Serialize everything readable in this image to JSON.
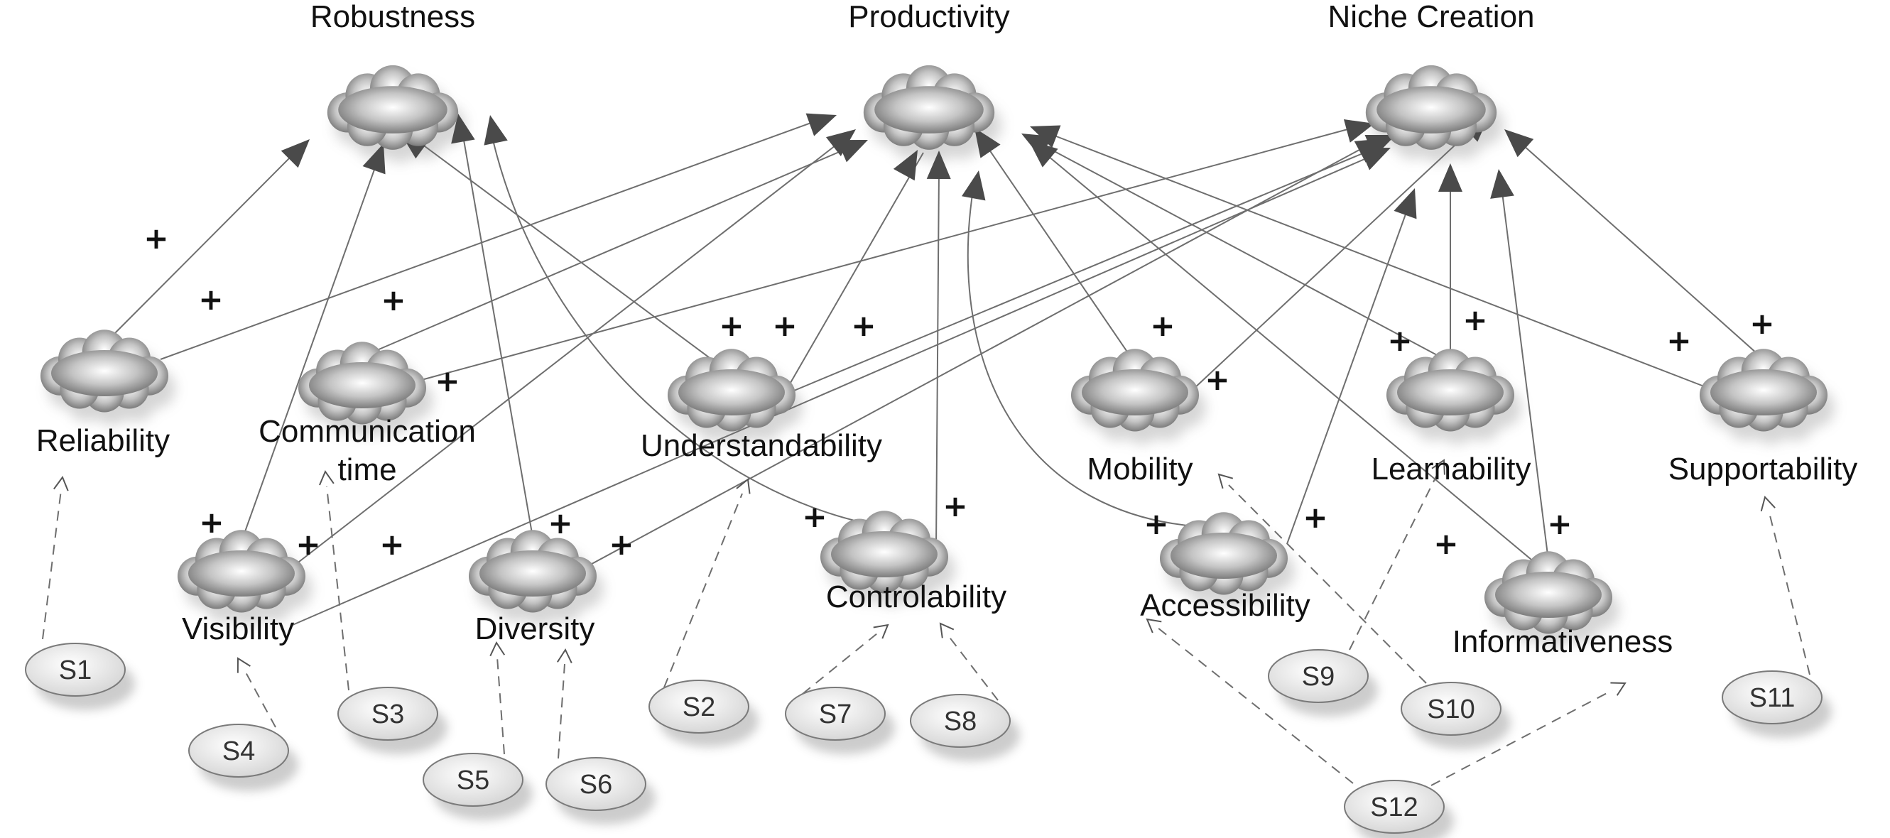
{
  "goals": [
    {
      "id": "robustness",
      "label": "Robustness"
    },
    {
      "id": "productivity",
      "label": "Productivity"
    },
    {
      "id": "niche",
      "label": "Niche Creation"
    }
  ],
  "softgoals": [
    {
      "id": "reliability",
      "lines": [
        "Reliability"
      ]
    },
    {
      "id": "communication",
      "lines": [
        "Communication",
        "time"
      ]
    },
    {
      "id": "understandability",
      "lines": [
        "Understandability"
      ]
    },
    {
      "id": "mobility",
      "lines": [
        "Mobility"
      ]
    },
    {
      "id": "learnability",
      "lines": [
        "Learnability"
      ]
    },
    {
      "id": "supportability",
      "lines": [
        "Supportability"
      ]
    },
    {
      "id": "visibility",
      "lines": [
        "Visibility"
      ]
    },
    {
      "id": "diversity",
      "lines": [
        "Diversity"
      ]
    },
    {
      "id": "controlability",
      "lines": [
        "Controlability"
      ]
    },
    {
      "id": "accessibility",
      "lines": [
        "Accessibility"
      ]
    },
    {
      "id": "informativeness",
      "lines": [
        "Informativeness"
      ]
    }
  ],
  "scenarios": [
    {
      "id": "s1",
      "label": "S1"
    },
    {
      "id": "s2",
      "label": "S2"
    },
    {
      "id": "s3",
      "label": "S3"
    },
    {
      "id": "s4",
      "label": "S4"
    },
    {
      "id": "s5",
      "label": "S5"
    },
    {
      "id": "s6",
      "label": "S6"
    },
    {
      "id": "s7",
      "label": "S7"
    },
    {
      "id": "s8",
      "label": "S8"
    },
    {
      "id": "s9",
      "label": "S9"
    },
    {
      "id": "s10",
      "label": "S10"
    },
    {
      "id": "s11",
      "label": "S11"
    },
    {
      "id": "s12",
      "label": "S12"
    }
  ],
  "contributions": [
    {
      "from": "reliability",
      "to": "robustness",
      "label": "+"
    },
    {
      "from": "reliability",
      "to": "productivity",
      "label": "+"
    },
    {
      "from": "communication",
      "to": "productivity",
      "label": "+"
    },
    {
      "from": "communication",
      "to": "niche",
      "label": "+"
    },
    {
      "from": "understandability",
      "to": "robustness",
      "label": "+"
    },
    {
      "from": "understandability",
      "to": "productivity",
      "label": "+"
    },
    {
      "from": "understandability",
      "to": "niche",
      "label": "+"
    },
    {
      "from": "mobility",
      "to": "productivity",
      "label": "+"
    },
    {
      "from": "mobility",
      "to": "niche",
      "label": "+"
    },
    {
      "from": "learnability",
      "to": "productivity",
      "label": "+"
    },
    {
      "from": "learnability",
      "to": "niche",
      "label": "+"
    },
    {
      "from": "supportability",
      "to": "productivity",
      "label": "+"
    },
    {
      "from": "supportability",
      "to": "niche",
      "label": "+"
    },
    {
      "from": "visibility",
      "to": "robustness",
      "label": "+"
    },
    {
      "from": "visibility",
      "to": "productivity",
      "label": "+"
    },
    {
      "from": "visibility",
      "to": "niche",
      "label": "+"
    },
    {
      "from": "diversity",
      "to": "robustness",
      "label": "+"
    },
    {
      "from": "diversity",
      "to": "niche",
      "label": "+"
    },
    {
      "from": "controlability",
      "to": "robustness",
      "label": "+"
    },
    {
      "from": "controlability",
      "to": "productivity",
      "label": "+"
    },
    {
      "from": "accessibility",
      "to": "productivity",
      "label": "+"
    },
    {
      "from": "accessibility",
      "to": "niche",
      "label": "+"
    },
    {
      "from": "informativeness",
      "to": "productivity",
      "label": "+"
    },
    {
      "from": "informativeness",
      "to": "niche",
      "label": "+"
    }
  ],
  "operationalizations": [
    {
      "from": "s1",
      "to": "reliability"
    },
    {
      "from": "s2",
      "to": "understandability"
    },
    {
      "from": "s3",
      "to": "communication"
    },
    {
      "from": "s4",
      "to": "visibility"
    },
    {
      "from": "s5",
      "to": "diversity"
    },
    {
      "from": "s6",
      "to": "diversity"
    },
    {
      "from": "s7",
      "to": "controlability"
    },
    {
      "from": "s8",
      "to": "controlability"
    },
    {
      "from": "s9",
      "to": "learnability"
    },
    {
      "from": "s10",
      "to": "mobility"
    },
    {
      "from": "s11",
      "to": "supportability"
    },
    {
      "from": "s12",
      "to": "accessibility"
    },
    {
      "from": "s12",
      "to": "informativeness"
    }
  ]
}
